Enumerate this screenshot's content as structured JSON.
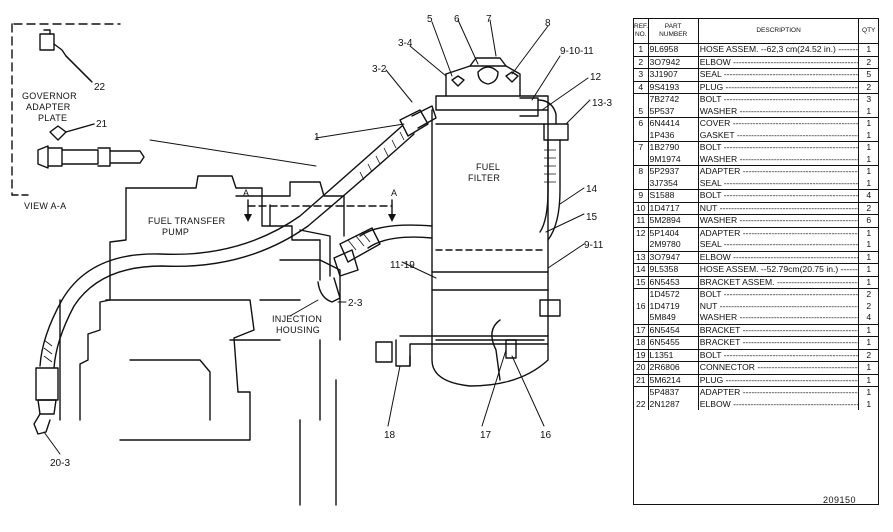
{
  "labels": {
    "governor": [
      "GOVERNOR",
      "ADAPTER",
      "PLATE"
    ],
    "view": "VIEW A-A",
    "fuel_transfer_pump": [
      "FUEL TRANSFER",
      "PUMP"
    ],
    "injection_housing": [
      "INJECTION",
      "HOUSING"
    ],
    "fuel_filter": [
      "FUEL",
      "FILTER"
    ],
    "section_marker": "A"
  },
  "callouts": {
    "c22": "22",
    "c21": "21",
    "c1": "1",
    "c3_2": "3-2",
    "c3_4": "3-4",
    "c5": "5",
    "c6": "6",
    "c7": "7",
    "c8": "8",
    "c9_10_11": "9-10-11",
    "c12": "12",
    "c13_3": "13-3",
    "c14": "14",
    "c15": "15",
    "c9_11": "9-11",
    "c11_19": "11-19",
    "c2_3": "2-3",
    "c18": "18",
    "c17": "17",
    "c16": "16",
    "c20_3": "20-3"
  },
  "table": {
    "headers": {
      "ref": [
        "REF.",
        "NO."
      ],
      "part": [
        "PART",
        "NUMBER"
      ],
      "desc": "DESCRIPTION",
      "qty": "QTY"
    },
    "rows": [
      {
        "ref": "1",
        "part": "9L6958",
        "desc": "HOSE ASSEM. --62,3 cm(24.52 in.)",
        "qty": "1",
        "sep": true
      },
      {
        "ref": "2",
        "part": "3O7942",
        "desc": "ELBOW",
        "qty": "2",
        "sep": true
      },
      {
        "ref": "3",
        "part": "3J1907",
        "desc": "SEAL",
        "qty": "5",
        "sep": true
      },
      {
        "ref": "4",
        "part": "9S4193",
        "desc": "PLUG",
        "qty": "2",
        "sep": true
      },
      {
        "ref": "",
        "part": "7B2742",
        "desc": "BOLT",
        "qty": "3",
        "sep": true
      },
      {
        "ref": "5",
        "part": "5P537",
        "desc": "WASHER",
        "qty": "1",
        "sep": false
      },
      {
        "ref": "6",
        "part": "6N4414",
        "desc": "COVER",
        "qty": "1",
        "sep": true
      },
      {
        "ref": "",
        "part": "1P436",
        "desc": "GASKET",
        "qty": "1",
        "sep": false
      },
      {
        "ref": "7",
        "part": "1B2790",
        "desc": "BOLT",
        "qty": "1",
        "sep": true
      },
      {
        "ref": "",
        "part": "9M1974",
        "desc": "WASHER",
        "qty": "1",
        "sep": false
      },
      {
        "ref": "8",
        "part": "5P2937",
        "desc": "ADAPTER",
        "qty": "1",
        "sep": true
      },
      {
        "ref": "",
        "part": "3J7354",
        "desc": "SEAL",
        "qty": "1",
        "sep": false
      },
      {
        "ref": "9",
        "part": "S1588",
        "desc": "BOLT",
        "qty": "4",
        "sep": true
      },
      {
        "ref": "10",
        "part": "1D4717",
        "desc": "NUT",
        "qty": "2",
        "sep": true
      },
      {
        "ref": "11",
        "part": "5M2894",
        "desc": "WASHER",
        "qty": "6",
        "sep": true
      },
      {
        "ref": "12",
        "part": "5P1404",
        "desc": "ADAPTER",
        "qty": "1",
        "sep": true
      },
      {
        "ref": "",
        "part": "2M9780",
        "desc": "SEAL",
        "qty": "1",
        "sep": false
      },
      {
        "ref": "13",
        "part": "3O7947",
        "desc": "ELBOW",
        "qty": "1",
        "sep": true
      },
      {
        "ref": "14",
        "part": "9L5358",
        "desc": "HOSE ASSEM. --52.79cm(20.75 in.)",
        "qty": "1",
        "sep": true
      },
      {
        "ref": "15",
        "part": "6N5453",
        "desc": "BRACKET ASSEM.",
        "qty": "1",
        "sep": true
      },
      {
        "ref": "",
        "part": "1D4572",
        "desc": "BOLT",
        "qty": "2",
        "sep": true
      },
      {
        "ref": "16",
        "part": "1D4719",
        "desc": "NUT",
        "qty": "2",
        "sep": false
      },
      {
        "ref": "",
        "part": "5M849",
        "desc": "WASHER",
        "qty": "4",
        "sep": false
      },
      {
        "ref": "17",
        "part": "6N5454",
        "desc": "BRACKET",
        "qty": "1",
        "sep": true
      },
      {
        "ref": "18",
        "part": "6N5455",
        "desc": "BRACKET",
        "qty": "1",
        "sep": true
      },
      {
        "ref": "19",
        "part": "L1351",
        "desc": "BOLT",
        "qty": "2",
        "sep": true
      },
      {
        "ref": "20",
        "part": "2R6806",
        "desc": "CONNECTOR",
        "qty": "1",
        "sep": true
      },
      {
        "ref": "21",
        "part": "5M6214",
        "desc": "PLUG",
        "qty": "1",
        "sep": true
      },
      {
        "ref": "",
        "part": "5P4837",
        "desc": "ADAPTER",
        "qty": "1",
        "sep": true
      },
      {
        "ref": "22",
        "part": "2N1287",
        "desc": "ELBOW",
        "qty": "1",
        "sep": false
      }
    ]
  },
  "figure_number": "209150"
}
